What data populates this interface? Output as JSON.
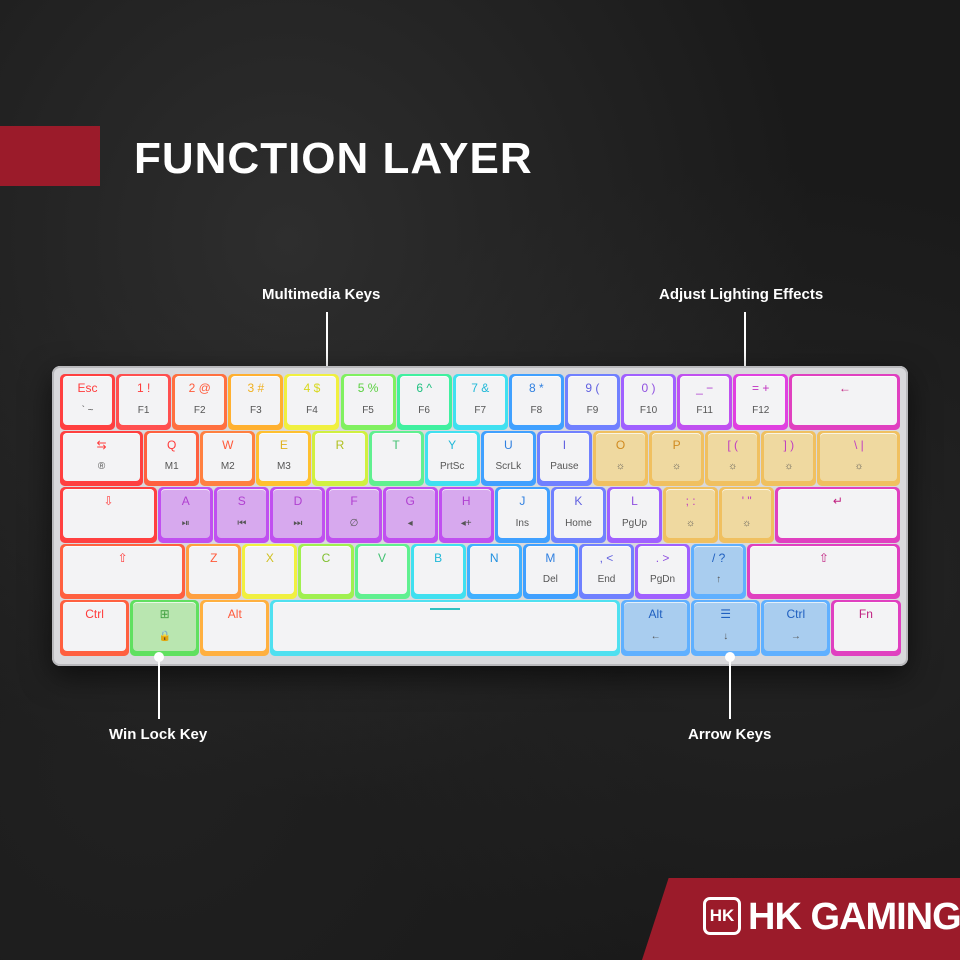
{
  "title": "FUNCTION LAYER",
  "callouts": {
    "multimedia": "Multimedia Keys",
    "lighting": "Adjust Lighting Effects",
    "winlock": "Win Lock Key",
    "arrow": "Arrow Keys"
  },
  "brand": {
    "logo": "HK",
    "name": "HK GAMING"
  },
  "colors": {
    "accent": "#9b1b2a",
    "background": "#1a1a1a"
  },
  "keyboard": {
    "rows": [
      [
        {
          "top": "Esc",
          "bottom": "` ~",
          "color": "#ff3b3b",
          "glow": "#ff4040",
          "w": 1
        },
        {
          "top": "1 !",
          "bottom": "F1",
          "color": "#ff3b3b",
          "glow": "#ff5050",
          "w": 1
        },
        {
          "top": "2 @",
          "bottom": "F2",
          "color": "#ff5a3b",
          "glow": "#ff7040",
          "w": 1
        },
        {
          "top": "3 #",
          "bottom": "F3",
          "color": "#f0b020",
          "glow": "#ffb030",
          "w": 1
        },
        {
          "top": "4 $",
          "bottom": "F4",
          "color": "#d8d820",
          "glow": "#f0f040",
          "w": 1
        },
        {
          "top": "5 %",
          "bottom": "F5",
          "color": "#5ad040",
          "glow": "#80f060",
          "w": 1
        },
        {
          "top": "6 ^",
          "bottom": "F6",
          "color": "#20c080",
          "glow": "#40f0a0",
          "w": 1
        },
        {
          "top": "7 &",
          "bottom": "F7",
          "color": "#20b8d8",
          "glow": "#40e0f0",
          "w": 1
        },
        {
          "top": "8 *",
          "bottom": "F8",
          "color": "#3080e0",
          "glow": "#40a0ff",
          "w": 1
        },
        {
          "top": "9 (",
          "bottom": "F9",
          "color": "#6060e0",
          "glow": "#7080ff",
          "w": 1
        },
        {
          "top": "0 )",
          "bottom": "F10",
          "color": "#9050e0",
          "glow": "#a060ff",
          "w": 1
        },
        {
          "top": "_ −",
          "bottom": "F11",
          "color": "#b040d0",
          "glow": "#c050f0",
          "w": 1
        },
        {
          "top": "= +",
          "bottom": "F12",
          "color": "#c030c0",
          "glow": "#e040e0",
          "w": 1
        },
        {
          "top": "←",
          "bottom": "",
          "color": "#c02080",
          "glow": "#e040c0",
          "w": 2
        }
      ],
      [
        {
          "top": "⇆",
          "bottom": "®",
          "color": "#ff3b3b",
          "glow": "#ff4040",
          "w": 1.5
        },
        {
          "top": "Q",
          "bottom": "M1",
          "color": "#ff3b3b",
          "glow": "#ff6040",
          "w": 1
        },
        {
          "top": "W",
          "bottom": "M2",
          "color": "#ff5a3b",
          "glow": "#ff8040",
          "w": 1
        },
        {
          "top": "E",
          "bottom": "M3",
          "color": "#e0b020",
          "glow": "#ffc030",
          "w": 1
        },
        {
          "top": "R",
          "bottom": "",
          "color": "#b0c020",
          "glow": "#d0f040",
          "w": 1
        },
        {
          "top": "T",
          "bottom": "",
          "color": "#40c070",
          "glow": "#60f090",
          "w": 1
        },
        {
          "top": "Y",
          "bottom": "PrtSc",
          "color": "#20b8d8",
          "glow": "#40e0f0",
          "w": 1
        },
        {
          "top": "U",
          "bottom": "ScrLk",
          "color": "#3080e0",
          "glow": "#40a0ff",
          "w": 1
        },
        {
          "top": "I",
          "bottom": "Pause",
          "color": "#6060e0",
          "glow": "#7080ff",
          "w": 1
        },
        {
          "top": "O",
          "bottom": "☼",
          "color": "#d08a20",
          "glow": "#f0c060",
          "w": 1,
          "cap": "#efd9a0"
        },
        {
          "top": "P",
          "bottom": "☼",
          "color": "#d08a20",
          "glow": "#f0c060",
          "w": 1,
          "cap": "#efd9a0"
        },
        {
          "top": "[ (",
          "bottom": "☼",
          "color": "#c040c0",
          "glow": "#f0c060",
          "w": 1,
          "cap": "#efd9a0"
        },
        {
          "top": "] )",
          "bottom": "☼",
          "color": "#c040c0",
          "glow": "#f0c060",
          "w": 1,
          "cap": "#efd9a0"
        },
        {
          "top": "\\ |",
          "bottom": "☼",
          "color": "#c040c0",
          "glow": "#f0c060",
          "w": 1.5,
          "cap": "#efd9a0"
        }
      ],
      [
        {
          "top": "⇩",
          "bottom": "",
          "color": "#ff3b3b",
          "glow": "#ff4040",
          "w": 1.75
        },
        {
          "top": "A",
          "bottom": "⏯",
          "color": "#b040d0",
          "glow": "#c050f0",
          "w": 1,
          "cap": "#d7a9ee"
        },
        {
          "top": "S",
          "bottom": "⏮",
          "color": "#b040d0",
          "glow": "#c050f0",
          "w": 1,
          "cap": "#d7a9ee"
        },
        {
          "top": "D",
          "bottom": "⏭",
          "color": "#b040d0",
          "glow": "#c050f0",
          "w": 1,
          "cap": "#d7a9ee"
        },
        {
          "top": "F",
          "bottom": "∅",
          "color": "#b040d0",
          "glow": "#c050f0",
          "w": 1,
          "cap": "#d7a9ee"
        },
        {
          "top": "G",
          "bottom": "◂",
          "color": "#b040d0",
          "glow": "#c050f0",
          "w": 1,
          "cap": "#d7a9ee"
        },
        {
          "top": "H",
          "bottom": "◂+",
          "color": "#b040d0",
          "glow": "#c050f0",
          "w": 1,
          "cap": "#d7a9ee"
        },
        {
          "top": "J",
          "bottom": "Ins",
          "color": "#3080e0",
          "glow": "#40a0ff",
          "w": 1
        },
        {
          "top": "K",
          "bottom": "Home",
          "color": "#6060e0",
          "glow": "#7080ff",
          "w": 1
        },
        {
          "top": "L",
          "bottom": "PgUp",
          "color": "#9050e0",
          "glow": "#a060ff",
          "w": 1
        },
        {
          "top": "; :",
          "bottom": "☼",
          "color": "#c040c0",
          "glow": "#f0c060",
          "w": 1,
          "cap": "#efd9a0"
        },
        {
          "top": "' \"",
          "bottom": "☼",
          "color": "#c040c0",
          "glow": "#f0c060",
          "w": 1,
          "cap": "#efd9a0"
        },
        {
          "top": "↵",
          "bottom": "",
          "color": "#c02080",
          "glow": "#e040c0",
          "w": 2.25
        }
      ],
      [
        {
          "top": "⇧",
          "bottom": "",
          "color": "#ff3b3b",
          "glow": "#ff6040",
          "w": 2.25
        },
        {
          "top": "Z",
          "bottom": "",
          "color": "#ff5a3b",
          "glow": "#ffa040",
          "w": 1
        },
        {
          "top": "X",
          "bottom": "",
          "color": "#d0c020",
          "glow": "#f0f040",
          "w": 1
        },
        {
          "top": "C",
          "bottom": "",
          "color": "#80c030",
          "glow": "#a0f050",
          "w": 1
        },
        {
          "top": "V",
          "bottom": "",
          "color": "#40c070",
          "glow": "#60f090",
          "w": 1
        },
        {
          "top": "B",
          "bottom": "",
          "color": "#20b8d8",
          "glow": "#40e0f0",
          "w": 1
        },
        {
          "top": "N",
          "bottom": "",
          "color": "#2090e0",
          "glow": "#40b0ff",
          "w": 1
        },
        {
          "top": "M",
          "bottom": "Del",
          "color": "#3080e0",
          "glow": "#40a0ff",
          "w": 1
        },
        {
          "top": ", <",
          "bottom": "End",
          "color": "#6060e0",
          "glow": "#7080ff",
          "w": 1
        },
        {
          "top": ". >",
          "bottom": "PgDn",
          "color": "#9050e0",
          "glow": "#a060ff",
          "w": 1
        },
        {
          "top": "/ ?",
          "bottom": "↑",
          "color": "#2060c0",
          "glow": "#60b0ff",
          "w": 1,
          "cap": "#a9cdef"
        },
        {
          "top": "⇧",
          "bottom": "",
          "color": "#c02080",
          "glow": "#e040c0",
          "w": 2.75
        }
      ],
      [
        {
          "top": "Ctrl",
          "bottom": "",
          "color": "#ff3b3b",
          "glow": "#ff6040",
          "w": 1.25
        },
        {
          "top": "⊞",
          "bottom": "🔒",
          "color": "#40a040",
          "glow": "#60e060",
          "w": 1.25,
          "cap": "#b9e6b0"
        },
        {
          "top": "Alt",
          "bottom": "",
          "color": "#ff5a3b",
          "glow": "#ffb040",
          "w": 1.25
        },
        {
          "top": "",
          "bottom": "",
          "color": "#30c0c0",
          "glow": "#50e0f0",
          "w": 6.25
        },
        {
          "top": "Alt",
          "bottom": "←",
          "color": "#2060c0",
          "glow": "#60b0ff",
          "w": 1.25,
          "cap": "#a9cdef"
        },
        {
          "top": "☰",
          "bottom": "↓",
          "color": "#2060c0",
          "glow": "#60b0ff",
          "w": 1.25,
          "cap": "#a9cdef"
        },
        {
          "top": "Ctrl",
          "bottom": "→",
          "color": "#2060c0",
          "glow": "#60b0ff",
          "w": 1.25,
          "cap": "#a9cdef"
        },
        {
          "top": "Fn",
          "bottom": "",
          "color": "#c02080",
          "glow": "#e040c0",
          "w": 1.25
        }
      ]
    ]
  }
}
